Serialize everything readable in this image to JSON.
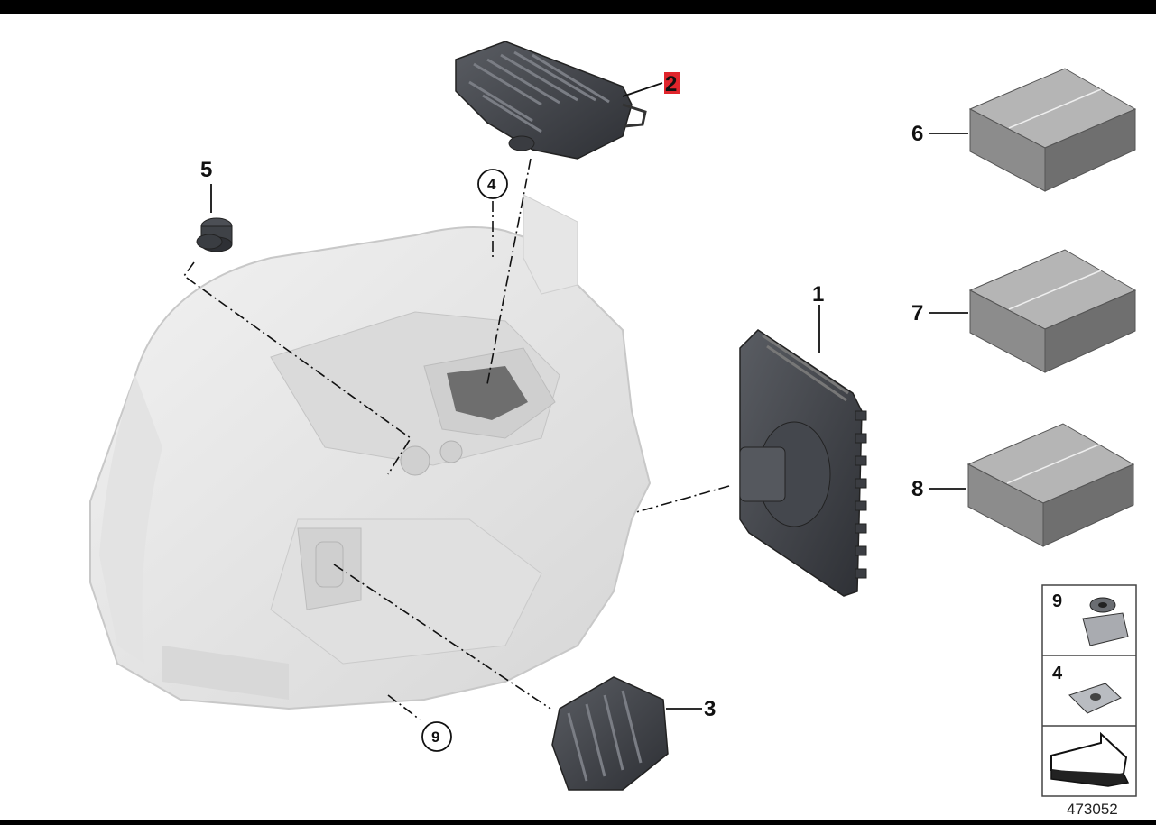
{
  "diagram": {
    "id_label": "473052",
    "highlight_color": "#e0252c",
    "callouts": [
      {
        "num": "1",
        "highlighted": false
      },
      {
        "num": "2",
        "highlighted": true
      },
      {
        "num": "3",
        "highlighted": false
      },
      {
        "num": "4",
        "highlighted": false
      },
      {
        "num": "5",
        "highlighted": false
      },
      {
        "num": "6",
        "highlighted": false
      },
      {
        "num": "7",
        "highlighted": false
      },
      {
        "num": "8",
        "highlighted": false
      },
      {
        "num": "9",
        "highlighted": false
      }
    ],
    "circled_labels": [
      "4",
      "9"
    ],
    "legend": [
      {
        "num": "9",
        "icon": "clip-nut-icon"
      },
      {
        "num": "4",
        "icon": "spring-nut-icon"
      },
      {
        "icon": "arrow-link-icon"
      }
    ]
  }
}
